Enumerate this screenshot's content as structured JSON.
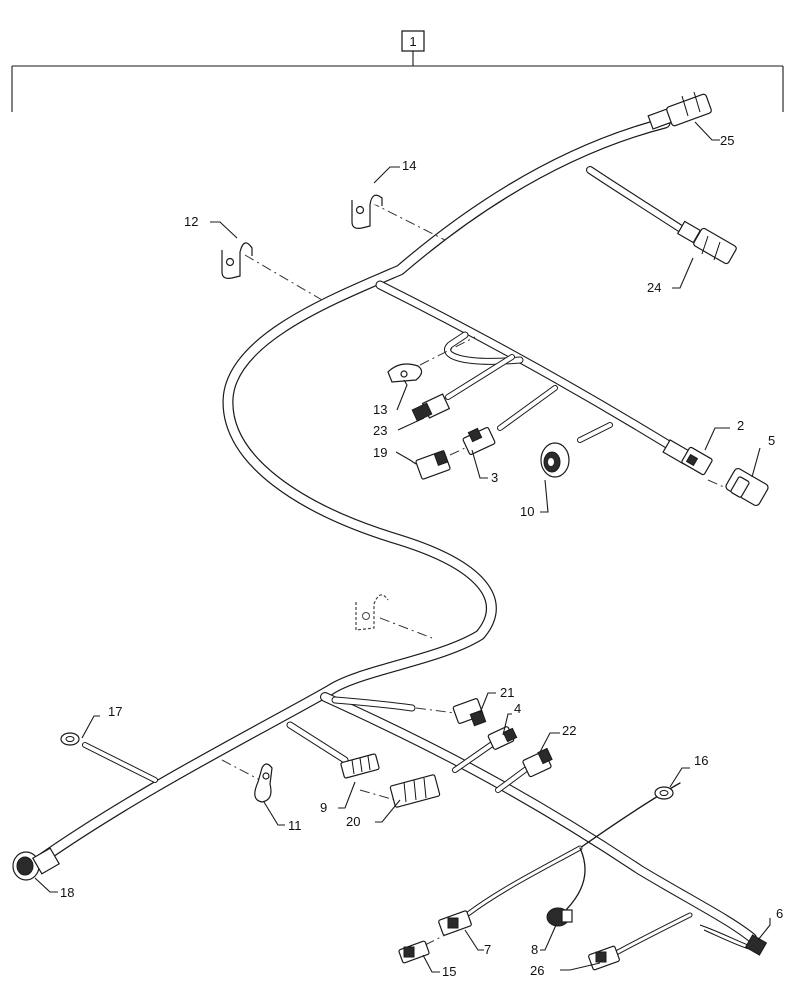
{
  "assembly_label": "1",
  "callouts": {
    "c2": "2",
    "c3": "3",
    "c4": "4",
    "c5": "5",
    "c6": "6",
    "c7": "7",
    "c8": "8",
    "c9": "9",
    "c10": "10",
    "c11": "11",
    "c12": "12",
    "c13": "13",
    "c14": "14",
    "c15": "15",
    "c16": "16",
    "c17": "17",
    "c18": "18",
    "c19": "19",
    "c20": "20",
    "c21": "21",
    "c22": "22",
    "c23": "23",
    "c24": "24",
    "c25": "25",
    "c26": "26"
  }
}
